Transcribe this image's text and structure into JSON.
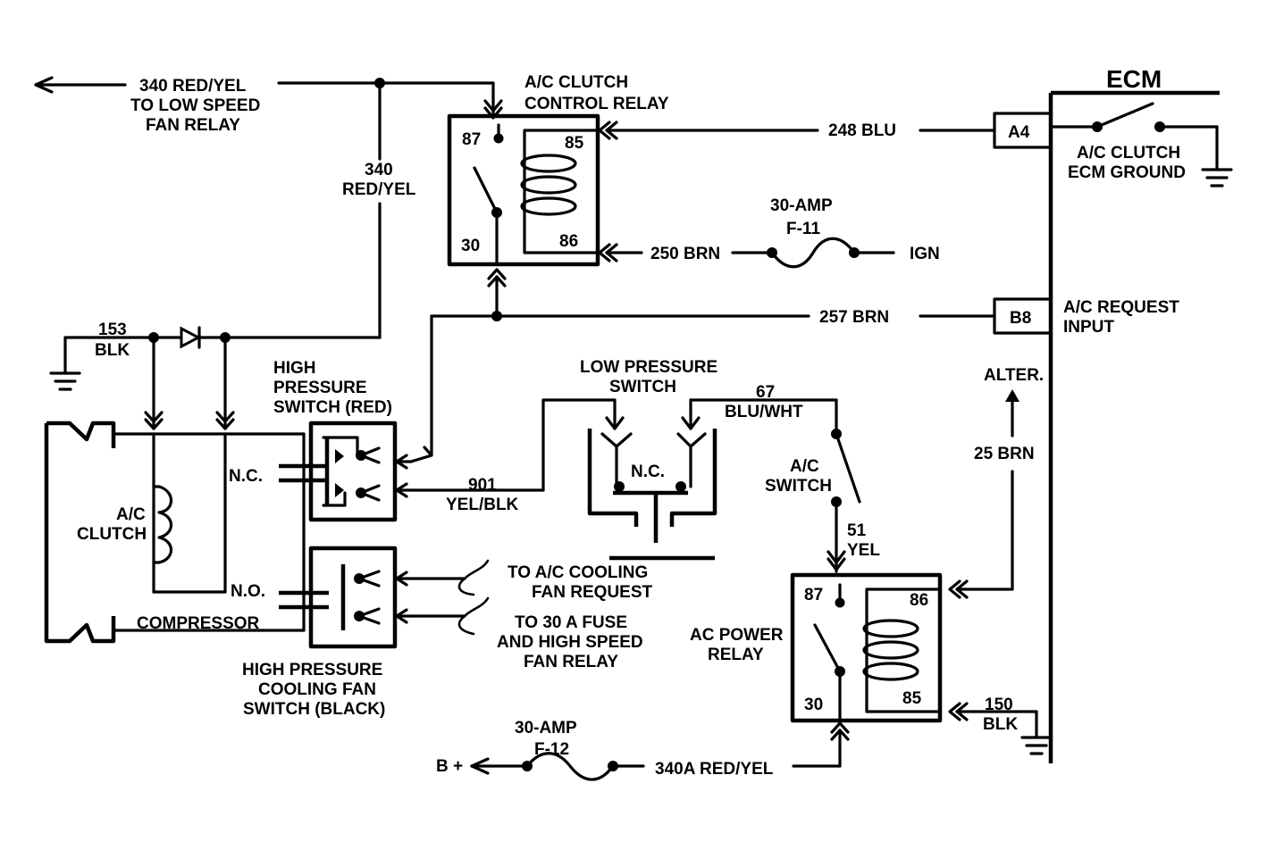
{
  "ecm": {
    "title": "ECM",
    "pin_a4": "A4",
    "pin_b8": "B8",
    "clutch_ground": [
      "A/C CLUTCH",
      "ECM GROUND"
    ],
    "request_input": [
      "A/C REQUEST",
      "INPUT"
    ]
  },
  "control_relay": {
    "title": [
      "A/C CLUTCH",
      "CONTROL RELAY"
    ],
    "pin87": "87",
    "pin85": "85",
    "pin30": "30",
    "pin86": "86"
  },
  "power_relay": {
    "title": [
      "AC POWER",
      "RELAY"
    ],
    "pin87": "87",
    "pin86": "86",
    "pin30": "30",
    "pin85": "85"
  },
  "wires": {
    "w340_top": [
      "340 RED/YEL",
      "TO LOW SPEED",
      "FAN RELAY"
    ],
    "w340_vert": [
      "340",
      "RED/YEL"
    ],
    "w248": "248 BLU",
    "w250": "250 BRN",
    "w257": "257 BRN",
    "w153": [
      "153",
      "BLK"
    ],
    "w901": [
      "901",
      "YEL/BLK"
    ],
    "w67": [
      "67",
      "BLU/WHT"
    ],
    "w51": [
      "51",
      "YEL"
    ],
    "w25": "25 BRN",
    "w150": [
      "150",
      "BLK"
    ],
    "w340a": "340A RED/YEL"
  },
  "fuses": {
    "f11": [
      "30-AMP",
      "F-11"
    ],
    "f12": [
      "30-AMP",
      "F-12"
    ]
  },
  "labels": {
    "ign": "IGN",
    "alter": "ALTER.",
    "bplus": "B +",
    "high_pressure_switch": [
      "HIGH",
      "PRESSURE",
      "SWITCH (RED)"
    ],
    "low_pressure_switch": [
      "LOW PRESSURE",
      "SWITCH"
    ],
    "nc_low": "N.C.",
    "nc": "N.C.",
    "no": "N.O.",
    "ac_clutch": [
      "A/C",
      "CLUTCH"
    ],
    "compressor": "COMPRESSOR",
    "ac_switch": [
      "A/C",
      "SWITCH"
    ],
    "cooling_fan_request": [
      "TO A/C COOLING",
      "FAN REQUEST"
    ],
    "fuse_high_speed": [
      "TO 30 A FUSE",
      "AND HIGH SPEED",
      "FAN RELAY"
    ],
    "hp_cooling_fan_switch": [
      "HIGH PRESSURE",
      "COOLING FAN",
      "SWITCH (BLACK)"
    ]
  }
}
